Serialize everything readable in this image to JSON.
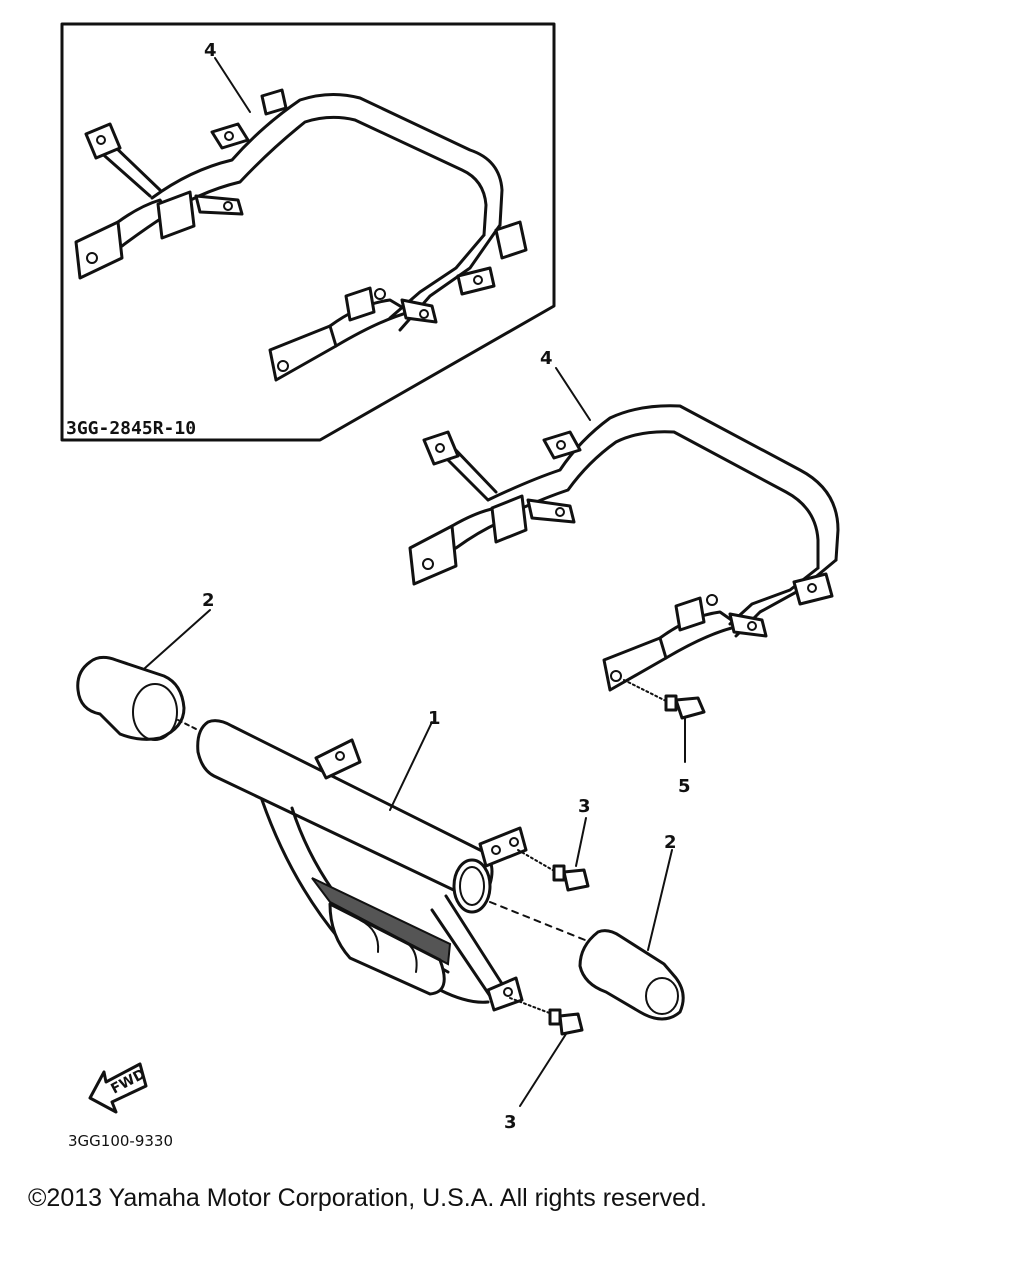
{
  "diagram": {
    "inset_code": "3GG-2845R-10",
    "drawing_code": "3GG100-9330",
    "fwd_label": "FWD",
    "callouts": {
      "inset_part_4": "4",
      "part_4": "4",
      "part_2_left": "2",
      "part_1": "1",
      "part_5": "5",
      "part_3_upper": "3",
      "part_2_right": "2",
      "part_3_lower": "3"
    }
  },
  "footer": {
    "copyright": "©2013 Yamaha Motor Corporation, U.S.A. All rights reserved."
  }
}
